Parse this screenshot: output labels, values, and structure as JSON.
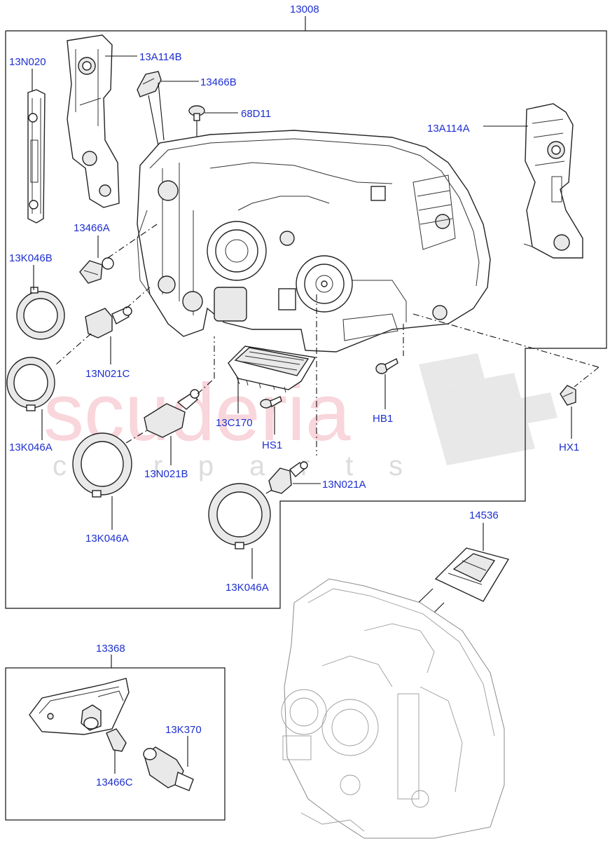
{
  "watermark": {
    "brand": "scuderia",
    "subline": "c a r   p a r t s",
    "brand_color": "#f2b8c0"
  },
  "label_color": "#1d2fd0",
  "labels": {
    "main_assembly": "13008",
    "n13N020": "13N020",
    "n13A114B": "13A114B",
    "n13466B": "13466B",
    "n68D11": "68D11",
    "n13A114A": "13A114A",
    "n13466A": "13466A",
    "n13K046B": "13K046B",
    "n13N021C": "13N021C",
    "n13K046A_1": "13K046A",
    "n13C170": "13C170",
    "nHS1": "HS1",
    "nHB1": "HB1",
    "nHX1": "HX1",
    "n13N021B": "13N021B",
    "n13K046A_2": "13K046A",
    "n13N021A": "13N021A",
    "n13K046A_3": "13K046A",
    "n14536": "14536",
    "n13368": "13368",
    "n13K370": "13K370",
    "n13466C": "13466C"
  },
  "icons": {
    "headlamp_housing": "headlamp-assembly-icon",
    "bracket": "mounting-bracket-icon",
    "bulb": "bulb-icon",
    "cap": "dust-cap-icon",
    "ballast": "hid-ballast-module-icon",
    "screw": "screw-icon",
    "clip": "clip-icon",
    "side_repeater": "side-marker-lamp-icon",
    "socket": "bulb-socket-icon",
    "label_sticker": "warning-label-icon"
  }
}
